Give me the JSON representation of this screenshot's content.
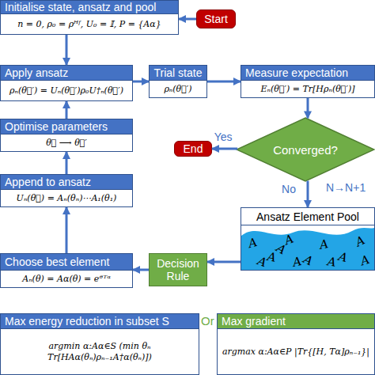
{
  "diagram": {
    "nodes": [
      {
        "text": [
          "Initialise state, ansatz and pool",
          "n = 0, ρ₀ = ρᴴᶠ, U₀ = 𝕀, P = {Aα}"
        ]
      },
      {
        "text": [
          "Start"
        ]
      },
      {
        "text": [
          "Apply ansatz",
          "ρₙ(θ⃗′) = Uₙ(θ⃗′)ρ₀U†ₙ(θ⃗′)"
        ]
      },
      {
        "text": [
          "Trial state",
          "ρₙ(θ⃗′)"
        ]
      },
      {
        "text": [
          "Measure expectation",
          "Eₙ(θ⃗′) = Tr[Hρₙ(θ⃗′)]"
        ]
      },
      {
        "text": [
          "End"
        ]
      },
      {
        "text": [
          "Converged?"
        ]
      },
      {
        "text": [
          "Optimise parameters",
          "θ⃗ ⟶ θ⃗′"
        ]
      },
      {
        "text": [
          "Append to ansatz",
          "Uₙ(θ⃗) = Aₙ(θₙ)⋯A₁(θ₁)"
        ]
      },
      {
        "text": [
          "Ansatz Element Pool"
        ]
      },
      {
        "text": [
          "Choose best element",
          "Aₙ(θ) = Aα(θ) = eᶿᵀᵅ"
        ]
      },
      {
        "text": [
          "Decision Rule"
        ]
      },
      {
        "text": [
          "Max energy reduction in subset S",
          "argmin α:Aα∈S (min θₙ Tr[HAα(θₙ)ρₙ₋₁A†α(θₙ)])"
        ]
      },
      {
        "text": [
          "Max gradient",
          "argmax α:Aα∈P |Tr{[H, Tα]ρₙ₋₁}|"
        ]
      }
    ],
    "edges": [
      {
        "from": 1,
        "to": 0,
        "arrow": "to"
      },
      {
        "from": 0,
        "to": 2,
        "arrow": "to"
      },
      {
        "from": 2,
        "to": 3,
        "arrow": "to"
      },
      {
        "from": 3,
        "to": 4,
        "arrow": "to"
      },
      {
        "from": 4,
        "to": 6,
        "arrow": "to"
      },
      {
        "from": 6,
        "to": 5,
        "label": "Yes",
        "arrow": "to"
      },
      {
        "from": 6,
        "to": 9,
        "label": "No",
        "arrow": "to"
      },
      {
        "from": 9,
        "to": 11,
        "arrow": "to"
      },
      {
        "from": 11,
        "to": 10,
        "arrow": "to"
      },
      {
        "from": 10,
        "to": 8,
        "arrow": "to"
      },
      {
        "from": 8,
        "to": 7,
        "arrow": "to"
      },
      {
        "from": 7,
        "to": 2,
        "arrow": "to"
      }
    ],
    "labels": [
      "N→N+1",
      "Or",
      "A",
      "A",
      "A",
      "A",
      "A",
      "A",
      "A",
      "A",
      "A",
      "A",
      "A",
      "A"
    ]
  }
}
